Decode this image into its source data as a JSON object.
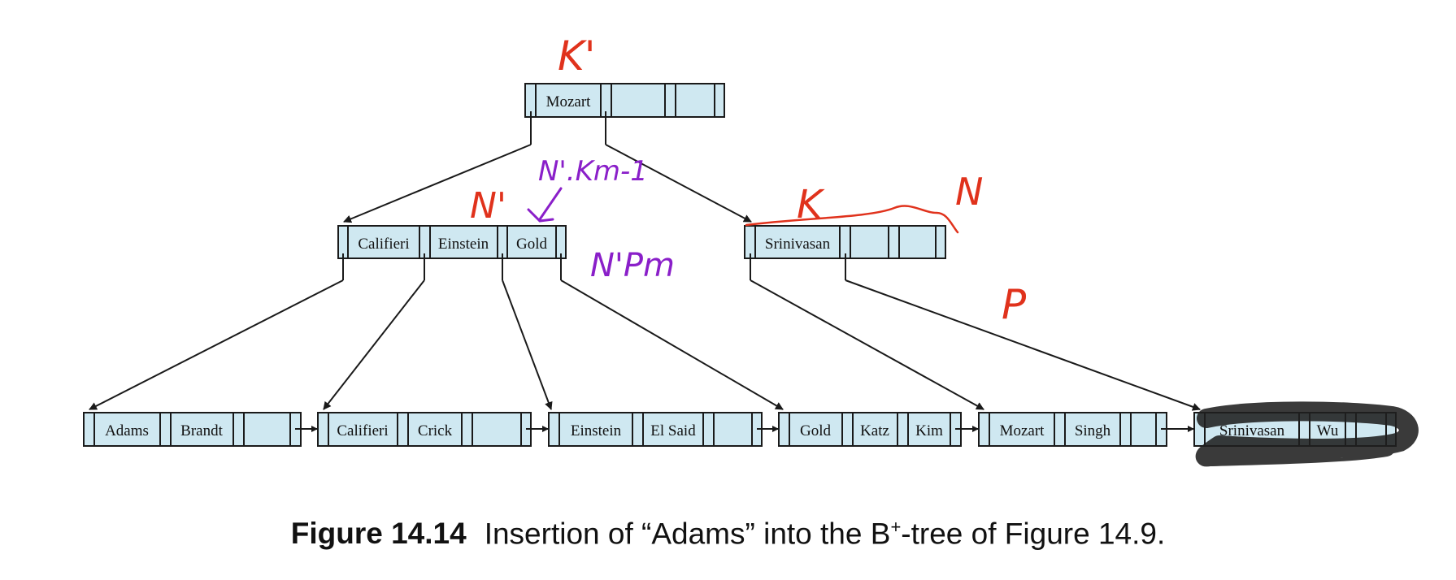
{
  "colors": {
    "node_fill": "#cfe8f1",
    "line": "#1a1a1a",
    "annotation_red": "#e0321c",
    "annotation_purple": "#8a1fc9",
    "highlight": "#1f1f1f"
  },
  "tree": {
    "root": {
      "keys": [
        "Mozart"
      ]
    },
    "internal": [
      {
        "keys": [
          "Califieri",
          "Einstein",
          "Gold"
        ]
      },
      {
        "keys": [
          "Srinivasan"
        ]
      }
    ],
    "leaves": [
      {
        "keys": [
          "Adams",
          "Brandt"
        ]
      },
      {
        "keys": [
          "Califieri",
          "Crick"
        ]
      },
      {
        "keys": [
          "Einstein",
          "El Said"
        ]
      },
      {
        "keys": [
          "Gold",
          "Katz",
          "Kim"
        ]
      },
      {
        "keys": [
          "Mozart",
          "Singh"
        ]
      },
      {
        "keys": [
          "Srinivasan",
          "Wu"
        ],
        "highlighted": true
      }
    ]
  },
  "annotations": {
    "k_prime": "K'",
    "n_prime": "N'",
    "n_prime_km1": "N'.Km-1",
    "n_prime_pm": "N'Pm",
    "k": "K",
    "n": "N",
    "p": "P"
  },
  "caption": {
    "label": "Figure 14.14",
    "text_before": "Insertion of “Adams” into the B",
    "superscript": "+",
    "text_after": "-tree of Figure 14.9."
  }
}
